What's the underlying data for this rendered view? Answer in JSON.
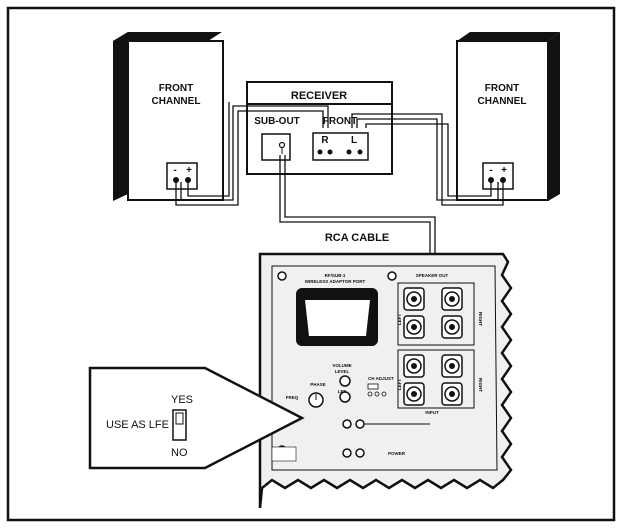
{
  "speakers": {
    "left": {
      "label_line1": "FRONT",
      "label_line2": "CHANNEL",
      "neg": "-",
      "pos": "+"
    },
    "right": {
      "label_line1": "FRONT",
      "label_line2": "CHANNEL",
      "neg": "-",
      "pos": "+"
    }
  },
  "receiver": {
    "title": "RECEIVER",
    "sub_out": "SUB-OUT",
    "front": "FRONT",
    "r": "R",
    "l": "L",
    "minus": "-",
    "plus": "+"
  },
  "cable_label": "RCA CABLE",
  "subwoofer_panel": {
    "wireless_line1": "RF/SUB-1",
    "wireless_line2": "WIRELESS ADAPTOR PORT",
    "speaker_out": "SPEAKER OUT",
    "left": "LEFT",
    "right": "RIGHT",
    "volume": "VOLUME",
    "level": "LEVEL",
    "lfe": "LFE",
    "phase": "PHASE",
    "freq": "FREQ",
    "ch_adjust": "CH ADJUST",
    "power": "POWER",
    "input": "INPUT"
  },
  "callout": {
    "label": "USE AS LFE",
    "yes": "YES",
    "no": "NO"
  }
}
